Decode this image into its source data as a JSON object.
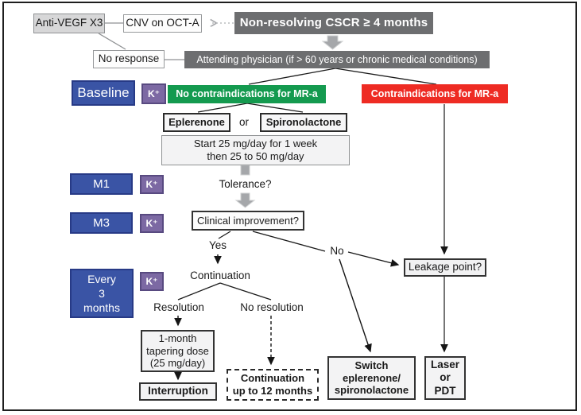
{
  "figure_title": "CSCR treatment flowchart",
  "colors": {
    "dark_gray": "#6d6e70",
    "blue": "#3a54a5",
    "purple": "#7c69a3",
    "green": "#149a4f",
    "red": "#ee2b23",
    "arrow_gray": "#a5a7aa"
  },
  "labels": {
    "anti_vegf": "Anti-VEGF X3",
    "cnv": "CNV on OCT-A",
    "non_resolving": "Non-resolving CSCR ≥ 4 months",
    "no_response": "No response",
    "attending": "Attending physician (if > 60 years or chronic medical conditions)",
    "baseline": "Baseline",
    "k_plus": "K⁺",
    "no_contraindications": "No contraindications for MR-a",
    "contraindications": "Contraindications for MR-a",
    "eplerenone": "Eplerenone",
    "or_connector": "or",
    "spironolactone": "Spironolactone",
    "start_dose": "Start 25 mg/day for 1 week\nthen 25 to 50 mg/day",
    "m1": "M1",
    "tolerance": "Tolerance?",
    "m3": "M3",
    "clinical_improvement": "Clinical improvement?",
    "yes": "Yes",
    "no": "No",
    "continuation": "Continuation",
    "every_3_months": "Every\n3\nmonths",
    "resolution": "Resolution",
    "no_resolution": "No resolution",
    "tapering": "1-month\ntapering dose\n(25 mg/day)",
    "interruption": "Interruption",
    "continuation_12": "Continuation\nup to 12 months",
    "leakage_point": "Leakage point?",
    "switch_drug": "Switch\neplerenone/\nspironolactone",
    "laser_pdt": "Laser\nor\nPDT"
  }
}
